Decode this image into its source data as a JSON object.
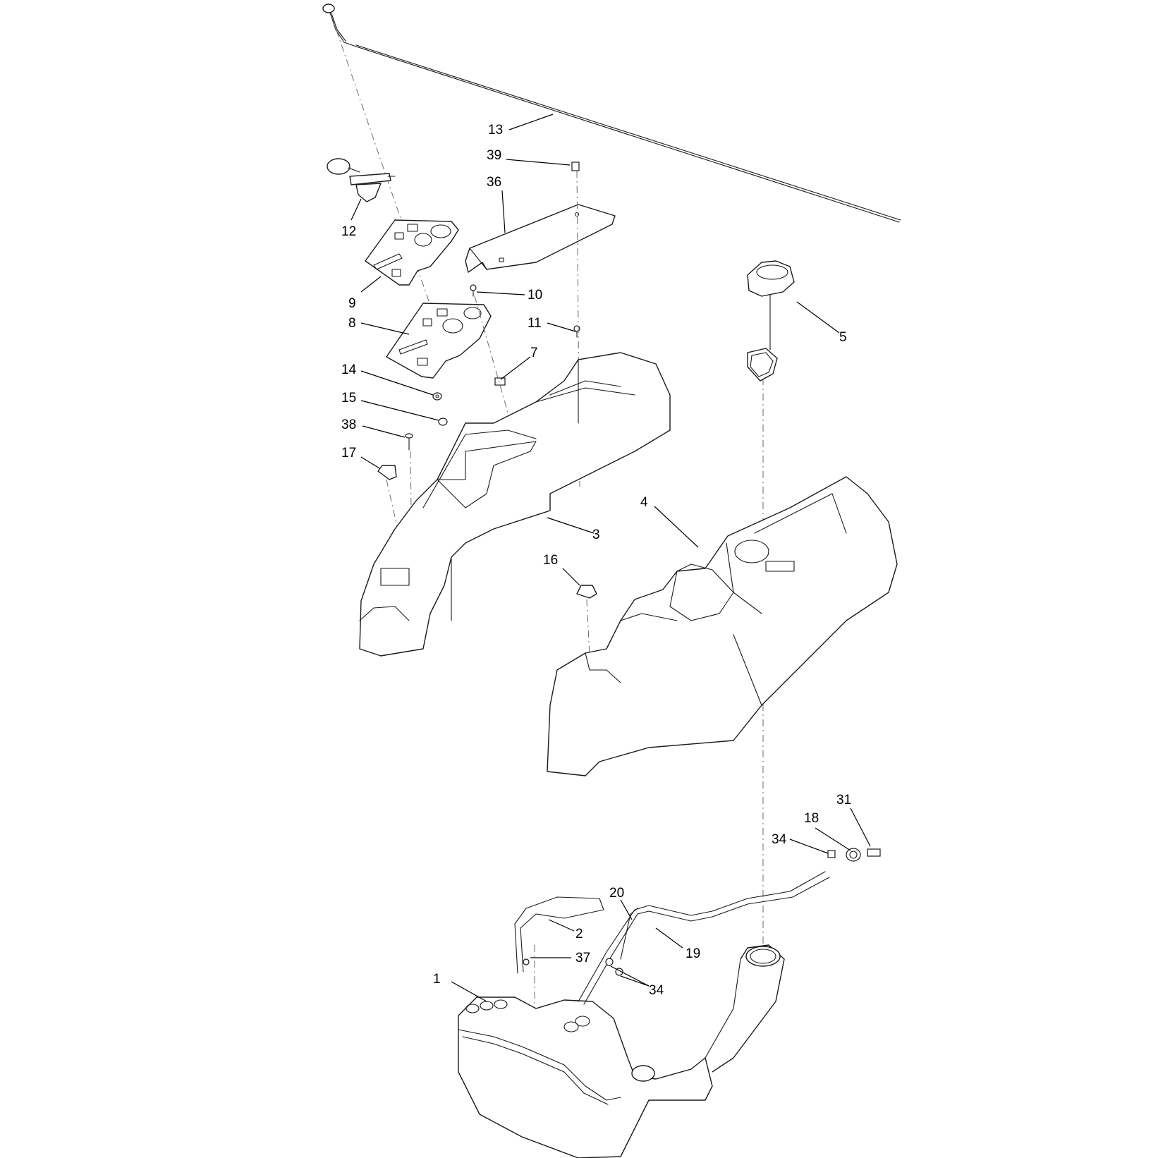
{
  "callouts": {
    "c1": "1",
    "c2": "2",
    "c3": "3",
    "c4": "4",
    "c5": "5",
    "c7": "7",
    "c8": "8",
    "c9": "9",
    "c10": "10",
    "c11": "11",
    "c12": "12",
    "c13": "13",
    "c14": "14",
    "c15": "15",
    "c16": "16",
    "c17": "17",
    "c18": "18",
    "c19": "19",
    "c20": "20",
    "c31": "31",
    "c34a": "34",
    "c34b": "34",
    "c36": "36",
    "c37": "37",
    "c38": "38",
    "c39": "39"
  }
}
